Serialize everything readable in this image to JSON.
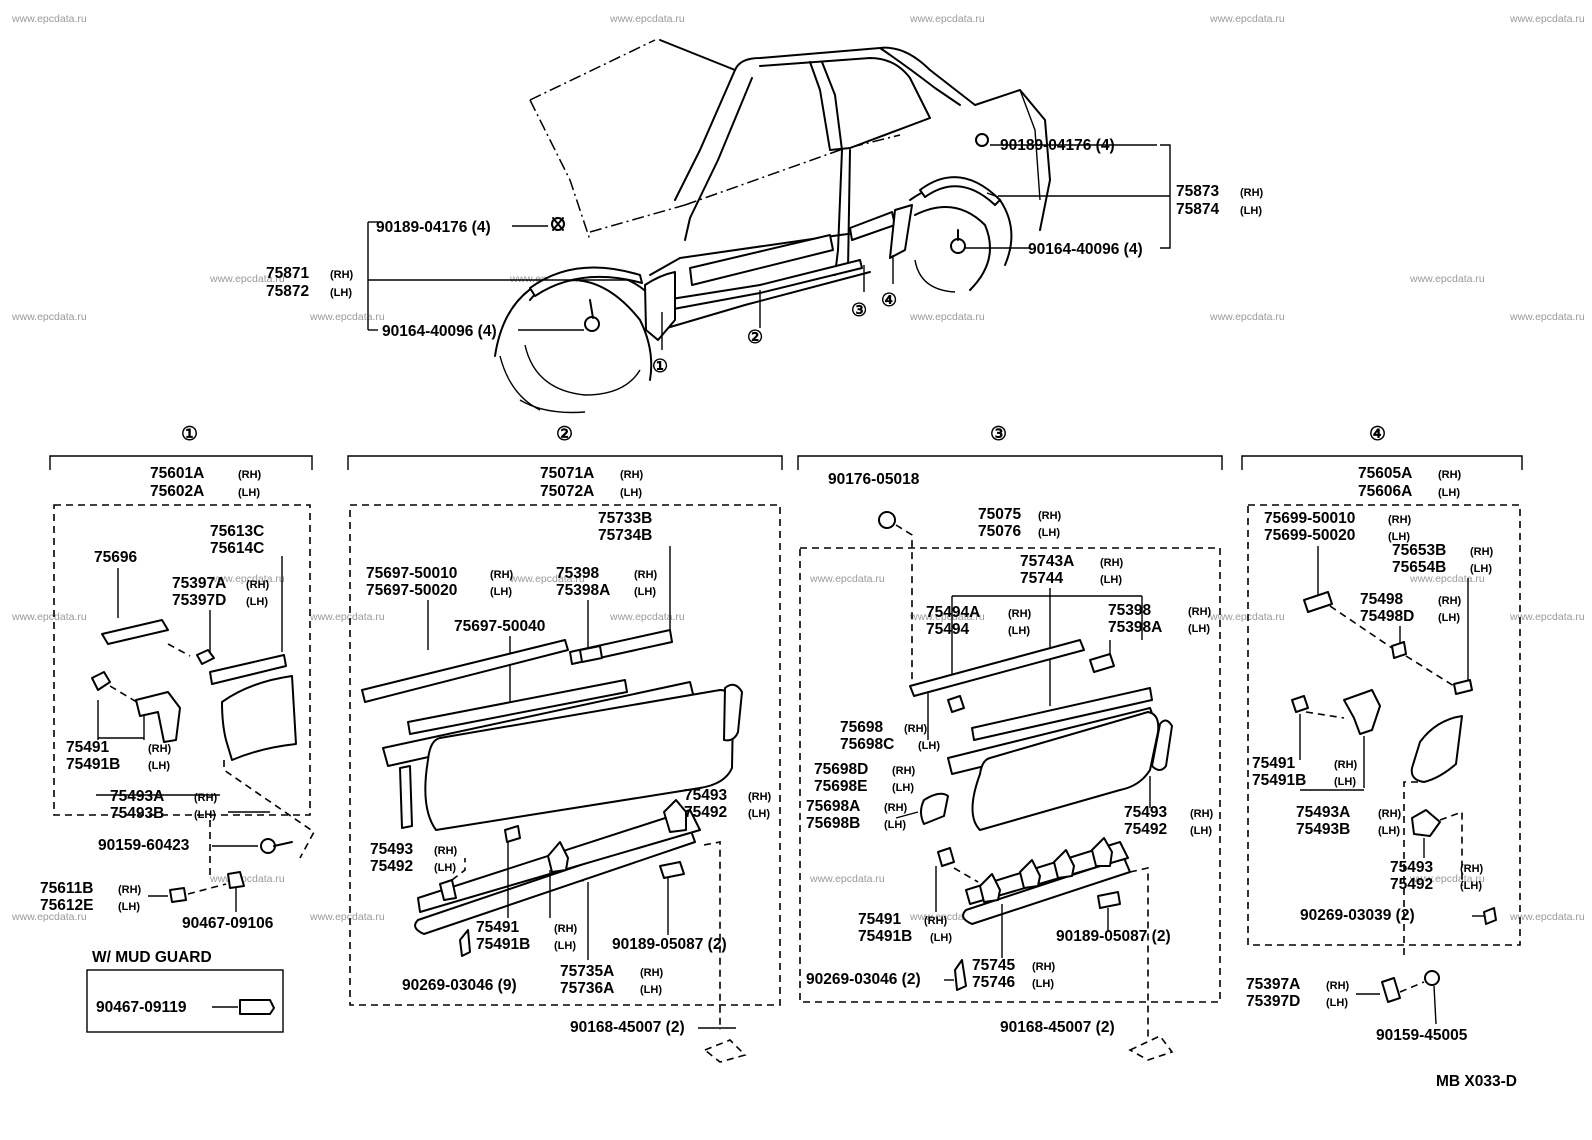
{
  "watermark": "www.epcdata.ru",
  "diagram_code": "MB X033-D",
  "circles": [
    "①",
    "②",
    "③",
    "④"
  ],
  "car_labels": {
    "front_nut": "90189-04176 (4)",
    "front_liner_rh": "75871",
    "front_liner_lh": "75872",
    "front_screw": "90164-40096 (4)",
    "rear_nut": "90189-04176 (4)",
    "rear_liner_rh": "75873",
    "rear_liner_lh": "75874",
    "rear_screw": "90164-40096 (4)"
  },
  "rh": "(RH)",
  "lh": "(LH)",
  "sec1": {
    "assy_rh": "75601A",
    "assy_lh": "75602A",
    "p_75696": "75696",
    "p_613": "75613C",
    "p_614": "75614C",
    "p_397a": "75397A",
    "p_397d": "75397D",
    "p_491": "75491",
    "p_491b": "75491B",
    "p_493a": "75493A",
    "p_493b": "75493B",
    "screw": "90159-60423",
    "clip_rh": "75611B",
    "clip_lh": "75612E",
    "rivet": "90467-09106",
    "mud_title": "W/ MUD  GUARD",
    "mud_part": "90467-09119"
  },
  "sec2": {
    "assy_rh": "75071A",
    "assy_lh": "75072A",
    "p_733": "75733B",
    "p_734": "75734B",
    "p_10": "75697-50010",
    "p_20": "75697-50020",
    "p_398": "75398",
    "p_398a": "75398A",
    "p_40": "75697-50040",
    "p_493": "75493",
    "p_492": "75492",
    "p_493l": "75493",
    "p_492l": "75492",
    "p_491": "75491",
    "p_491b": "75491B",
    "p_nut": "90189-05087 (2)",
    "p_pin": "90269-03046 (9)",
    "p_735": "75735A",
    "p_736": "75736A",
    "p_bolt": "90168-45007 (2)"
  },
  "sec3": {
    "p_nut": "90176-05018",
    "assy_rh": "75075",
    "assy_lh": "75076",
    "p_743": "75743A",
    "p_744": "75744",
    "p_494a": "75494A",
    "p_494": "75494",
    "p_398": "75398",
    "p_398a": "75398A",
    "p_698": "75698",
    "p_698c": "75698C",
    "p_698d": "75698D",
    "p_698e": "75698E",
    "p_698a": "75698A",
    "p_698b": "75698B",
    "p_493": "75493",
    "p_492": "75492",
    "p_491": "75491",
    "p_491b": "75491B",
    "p_clip": "90189-05087 (2)",
    "p_pin": "90269-03046 (2)",
    "p_745": "75745",
    "p_746": "75746",
    "p_bolt": "90168-45007 (2)"
  },
  "sec4": {
    "assy_rh": "75605A",
    "assy_lh": "75606A",
    "p_10": "75699-50010",
    "p_20": "75699-50020",
    "p_653": "75653B",
    "p_654": "75654B",
    "p_498": "75498",
    "p_498d": "75498D",
    "p_491": "75491",
    "p_491b": "75491B",
    "p_493a": "75493A",
    "p_493b": "75493B",
    "p_493": "75493",
    "p_492": "75492",
    "p_pin": "90269-03039 (2)",
    "p_397a": "75397A",
    "p_397d": "75397D",
    "p_screw": "90159-45005"
  }
}
